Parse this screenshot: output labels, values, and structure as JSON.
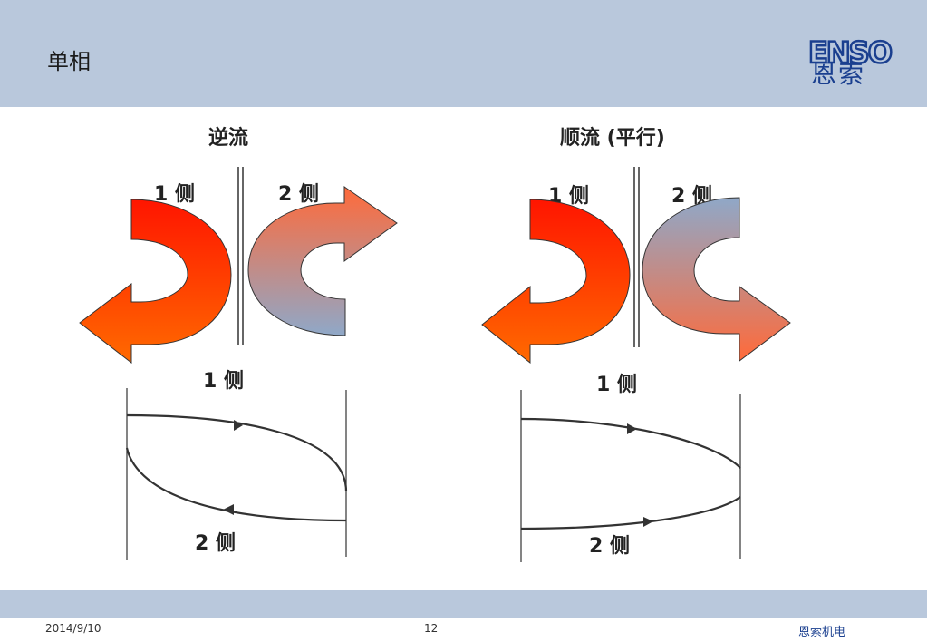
{
  "header": {
    "title": "单相",
    "logo_text": "ENSO",
    "logo_cn": "恩索"
  },
  "counter_flow": {
    "heading": "逆流",
    "side1_top": "1 侧",
    "side2_top": "2 侧",
    "side1_graph": "1 侧",
    "side2_graph": "2 侧"
  },
  "parallel_flow": {
    "heading": "顺流 (平行)",
    "side1_top": "1 侧",
    "side2_top": "2 侧",
    "side1_graph": "1 侧",
    "side2_graph": "2 侧"
  },
  "footer": {
    "date": "2014/9/10",
    "page": "12",
    "company": "恩索机电"
  },
  "colors": {
    "band": "#b9c8dc",
    "hot_start": "#ff1a00",
    "hot_end": "#ff6a00",
    "cold": "#8fa8c8",
    "logo": "#1a3f8f"
  }
}
